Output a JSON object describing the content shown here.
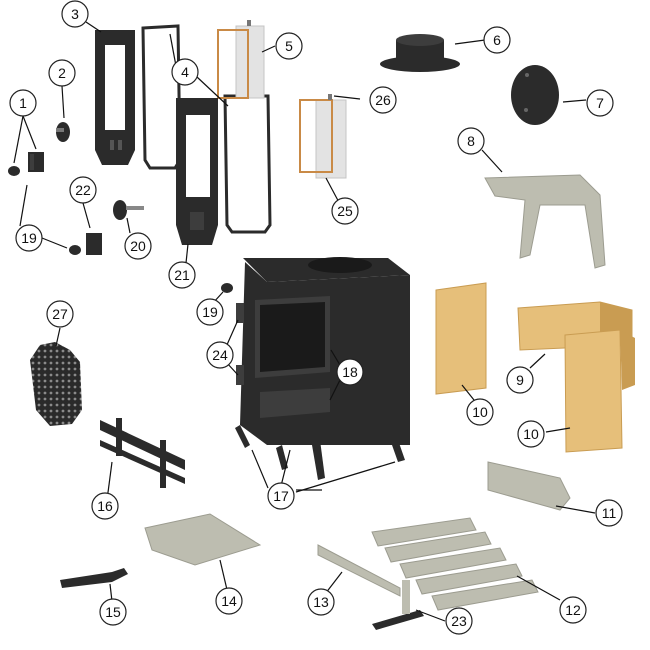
{
  "diagram": {
    "callouts": [
      {
        "label": "1"
      },
      {
        "label": "2"
      },
      {
        "label": "3"
      },
      {
        "label": "4"
      },
      {
        "label": "5"
      },
      {
        "label": "6"
      },
      {
        "label": "7"
      },
      {
        "label": "8"
      },
      {
        "label": "9"
      },
      {
        "label": "10"
      },
      {
        "label": "10"
      },
      {
        "label": "11"
      },
      {
        "label": "12"
      },
      {
        "label": "13"
      },
      {
        "label": "14"
      },
      {
        "label": "15"
      },
      {
        "label": "16"
      },
      {
        "label": "17"
      },
      {
        "label": "18"
      },
      {
        "label": "19"
      },
      {
        "label": "19"
      },
      {
        "label": "20"
      },
      {
        "label": "21"
      },
      {
        "label": "22"
      },
      {
        "label": "23"
      },
      {
        "label": "24"
      },
      {
        "label": "25"
      },
      {
        "label": "26"
      },
      {
        "label": "27"
      }
    ],
    "colors": {
      "cast_iron": "#2b2b2b",
      "cast_iron_light": "#3d3d3d",
      "vermiculite": "#e6bf7a",
      "vermiculite_shade": "#c99c52",
      "steel": "#bdbdb0",
      "steel_shade": "#9c9c90",
      "glass": "#e3e3e3",
      "gasket": "#c98a46",
      "callout_stroke": "#222222"
    }
  }
}
